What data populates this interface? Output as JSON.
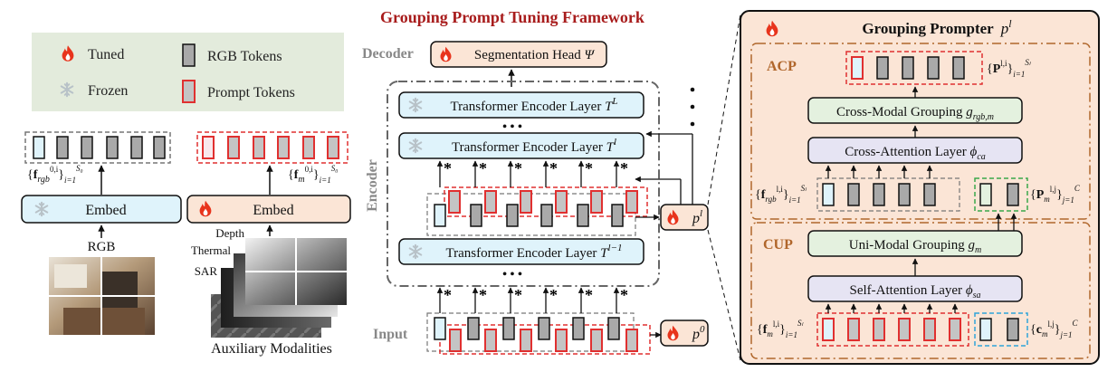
{
  "title": "Grouping Prompt Tuning Framework",
  "legend": {
    "tuned": "Tuned",
    "frozen": "Frozen",
    "rgb_tokens": "RGB Tokens",
    "prompt_tokens": "Prompt Tokens"
  },
  "left": {
    "embed_rgb": "Embed",
    "embed_aux": "Embed",
    "rgb_label": "RGB",
    "aux_caption": "Auxiliary Modalities",
    "modalities": [
      "Depth",
      "Thermal",
      "SAR"
    ]
  },
  "middle": {
    "decoder_label": "Decoder",
    "encoder_label": "Encoder",
    "input_label": "Input",
    "seg_head": "Segmentation Head",
    "seg_head_sym": "Ψ",
    "layer_name": "Transformer Encoder Layer",
    "layer_L": "L",
    "layer_l": "l",
    "layer_l_minus_1": "l−1",
    "ellipsis": "• • •",
    "star": "*"
  },
  "right": {
    "title": "Grouping Prompter",
    "title_sym": "p",
    "title_sup": "l",
    "acp_label": "ACP",
    "cup_label": "CUP",
    "cross_modal_grouping": "Cross-Modal Grouping",
    "cross_attention": "Cross-Attention Layer",
    "uni_modal_grouping": "Uni-Modal Grouping",
    "self_attention": "Self-Attention Layer"
  },
  "colors": {
    "title_red": "#a81c1c",
    "rgb_token_fill": "#a9a9a9",
    "prompt_border": "#e03030",
    "prompt_fill": "#c4c4c4",
    "light_blue": "#dff3fb",
    "peach": "#fbe5d6",
    "lavender": "#e6e4f3",
    "mint": "#e4f1df",
    "brown_dash": "#b0662b",
    "green_dash": "#3aa84a",
    "blue_dash": "#2fa4d8",
    "flame": "#e8341c"
  }
}
